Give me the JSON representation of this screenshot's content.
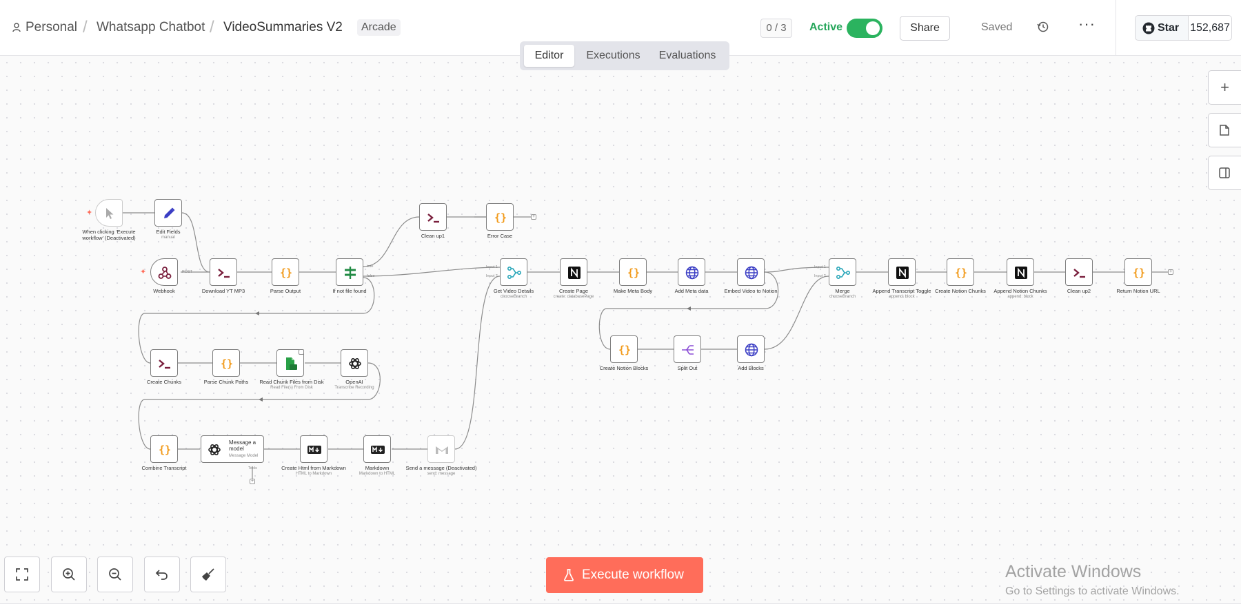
{
  "breadcrumb": {
    "owner": "Personal",
    "project": "Whatsapp Chatbot",
    "workflow": "VideoSummaries V2",
    "tag": "Arcade",
    "separator": "/"
  },
  "header": {
    "counter": "0 / 3",
    "active_label": "Active",
    "share": "Share",
    "saved": "Saved",
    "more": "···",
    "github_star": "Star",
    "github_count": "152,687"
  },
  "tabs": [
    "Editor",
    "Executions",
    "Evaluations"
  ],
  "right_tools": [
    "+",
    "sticky-note",
    "panel"
  ],
  "bottom": {
    "execute": "Execute workflow"
  },
  "windows": {
    "line1": "Activate Windows",
    "line2": "Go to Settings to activate Windows."
  },
  "colors": {
    "accent": "#ff6d5a",
    "active": "#2bb35f",
    "code": "#f29b1c",
    "terminal": "#7a1f3d",
    "http": "#3a3dc4"
  },
  "nodes": [
    {
      "name": "When clicking ‘Execute workflow’ (Deactivated)",
      "sub": "",
      "icon": "cursor"
    },
    {
      "name": "Edit Fields",
      "sub": "manual",
      "icon": "pencil"
    },
    {
      "name": "Webhook",
      "sub": "",
      "icon": "webhook"
    },
    {
      "name": "Download YT MP3",
      "sub": "",
      "icon": "terminal"
    },
    {
      "name": "Parse Output",
      "sub": "",
      "icon": "code"
    },
    {
      "name": "If not file found",
      "sub": "",
      "icon": "if"
    },
    {
      "name": "Clean up1",
      "sub": "",
      "icon": "terminal"
    },
    {
      "name": "Error Case",
      "sub": "",
      "icon": "code"
    },
    {
      "name": "Create Chunks",
      "sub": "",
      "icon": "terminal"
    },
    {
      "name": "Parse Chunk Paths",
      "sub": "",
      "icon": "code"
    },
    {
      "name": "Read Chunk Files from Disk",
      "sub": "Read File(s) From Disk",
      "icon": "file"
    },
    {
      "name": "OpenAI",
      "sub": "Transcribe Recording",
      "icon": "openai"
    },
    {
      "name": "Combine Transcript",
      "sub": "",
      "icon": "code"
    },
    {
      "name": "Message a model",
      "sub": "Message Model",
      "icon": "openai"
    },
    {
      "name": "Create Html from Markdown",
      "sub": "HTML to Markdown",
      "icon": "markdown"
    },
    {
      "name": "Markdown",
      "sub": "Markdown to HTML",
      "icon": "markdown"
    },
    {
      "name": "Send a message (Deactivated)",
      "sub": "send: message",
      "icon": "gmail"
    },
    {
      "name": "Get Video Details",
      "sub": "chooseBranch",
      "icon": "merge"
    },
    {
      "name": "Create Page",
      "sub": "create: databasePage",
      "icon": "notion"
    },
    {
      "name": "Make Meta Body",
      "sub": "",
      "icon": "code"
    },
    {
      "name": "Add Meta data",
      "sub": "",
      "icon": "globe"
    },
    {
      "name": "Embed Video to Notion",
      "sub": "",
      "icon": "globe"
    },
    {
      "name": "Create Notion Blocks",
      "sub": "",
      "icon": "code"
    },
    {
      "name": "Split Out",
      "sub": "",
      "icon": "split"
    },
    {
      "name": "Add Blocks",
      "sub": "",
      "icon": "globe"
    },
    {
      "name": "Merge",
      "sub": "chooseBranch",
      "icon": "merge"
    },
    {
      "name": "Append Transcript Toggle",
      "sub": "append: block",
      "icon": "notion"
    },
    {
      "name": "Create Notion Chunks",
      "sub": "",
      "icon": "code"
    },
    {
      "name": "Append Notion Chunks",
      "sub": "append: block",
      "icon": "notion"
    },
    {
      "name": "Clean up2",
      "sub": "",
      "icon": "terminal"
    },
    {
      "name": "Return Notion URL",
      "sub": "",
      "icon": "code"
    }
  ],
  "port_labels": {
    "if_true": "true",
    "if_false": "false",
    "input1": "Input 1",
    "input2": "Input 2",
    "webhook_out": "POST",
    "tools": "Tools"
  }
}
